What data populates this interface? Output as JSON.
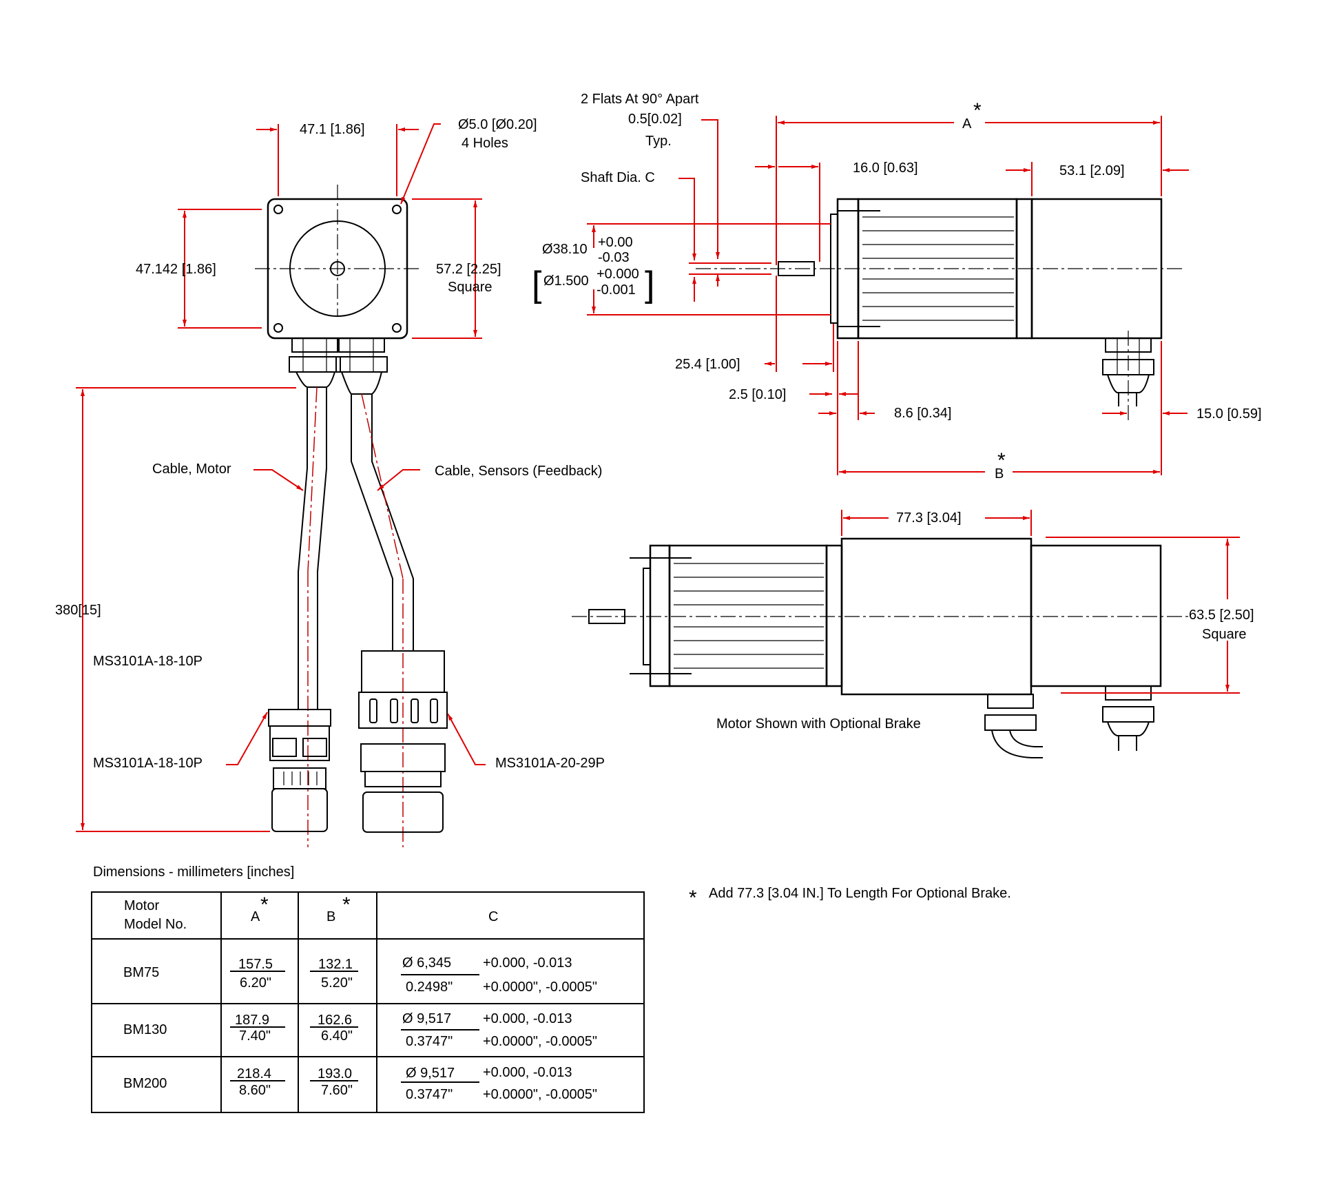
{
  "labels": {
    "front_width": "47.1 [1.86]",
    "hole_dia": "Ø5.0 [Ø0.20]",
    "hole_count": "4 Holes",
    "front_height": "47.142 [1.86]",
    "square_size": "57.2 [2.25]",
    "square_word": "Square",
    "cable_motor": "Cable, Motor",
    "cable_sensors": "Cable, Sensors (Feedback)",
    "cable_length": "380[15]",
    "conn_motor_top": "MS3101A-18-10P",
    "conn_motor_bottom": "MS3101A-18-10P",
    "conn_sensor": "MS3101A-20-29P",
    "flats": "2 Flats At 90° Apart",
    "flats_dim": "0.5[0.02]",
    "flats_typ": "Typ.",
    "shaft_dia": "Shaft Dia.  C",
    "dim_a": "A",
    "dim_b": "B",
    "asterisk": "*",
    "pilot_mm": "Ø38.10",
    "pilot_mm_plus": "+0.00",
    "pilot_mm_minus": "-0.03",
    "pilot_in": "Ø1.500",
    "pilot_in_plus": "+0.000",
    "pilot_in_minus": "-0.001",
    "shaft_len": "16.0 [0.63]",
    "rear_len": "53.1 [2.09]",
    "pilot_len": "25.4 [1.00]",
    "pilot_depth": "2.5 [0.10]",
    "flange": "8.6 [0.34]",
    "rear_conn": "15.0 [0.59]",
    "brake_len": "77.3 [3.04]",
    "brake_square": "63.5 [2.50]",
    "brake_square_word": "Square",
    "brake_caption": "Motor Shown with Optional Brake",
    "units_title": "Dimensions - millimeters [inches]",
    "note": "Add  77.3 [3.04 IN.] To Length For Optional Brake."
  },
  "table": {
    "headers": {
      "model_1": "Motor",
      "model_2": "Model No.",
      "a": "A",
      "b": "B",
      "c": "C"
    },
    "rows": [
      {
        "model": "BM75",
        "a_mm": "157.5",
        "a_in": "6.20\"",
        "b_mm": "132.1",
        "b_in": "5.20\"",
        "c_mm": "Ø 6,345",
        "c_in": "0.2498\"",
        "c_tol_mm": "+0.000, -0.013",
        "c_tol_in": "+0.0000\", -0.0005\""
      },
      {
        "model": "BM130",
        "a_mm": "187.9",
        "a_in": "7.40\"",
        "b_mm": "162.6",
        "b_in": "6.40\"",
        "c_mm": "Ø 9,517",
        "c_in": "0.3747\"",
        "c_tol_mm": "+0.000, -0.013",
        "c_tol_in": "+0.0000\", -0.0005\""
      },
      {
        "model": "BM200",
        "a_mm": "218.4",
        "a_in": "8.60\"",
        "b_mm": "193.0",
        "b_in": "7.60\"",
        "c_mm": "Ø 9,517",
        "c_in": "0.3747\"",
        "c_tol_mm": "+0.000, -0.013",
        "c_tol_in": "+0.0000\", -0.0005\""
      }
    ]
  },
  "colors": {
    "dimension": "#e00000",
    "outline": "#000000"
  }
}
